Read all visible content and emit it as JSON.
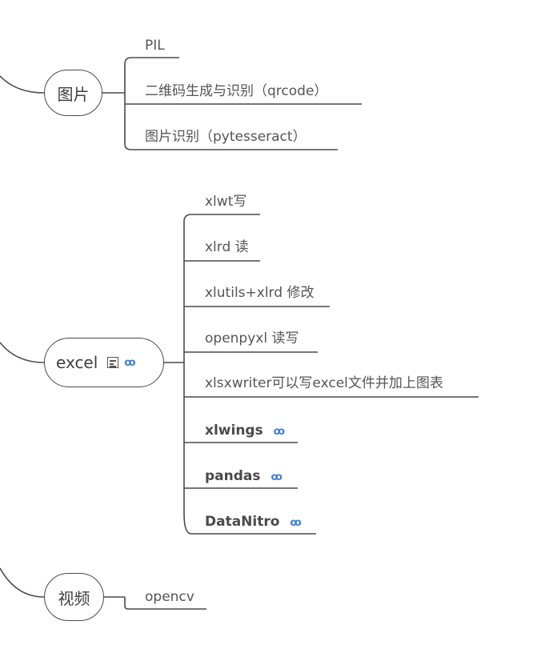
{
  "branches": [
    {
      "id": "image",
      "label": "图片"
    },
    {
      "id": "excel",
      "label": "excel"
    },
    {
      "id": "video",
      "label": "视频"
    }
  ],
  "image_leaves": [
    "PIL",
    "二维码生成与识别（qrcode）",
    "图片识别（pytesseract）"
  ],
  "excel_leaves": [
    "xlwt写",
    "xlrd 读",
    "xlutils+xlrd 修改",
    "openpyxl 读写",
    "xlsxwriter可以写excel文件并加上图表",
    "xlwings",
    "pandas",
    "DataNitro"
  ],
  "video_leaves": [
    "opencv"
  ],
  "icons": {
    "note": "note-icon",
    "link": "link-icon",
    "link_glyph": "ꝏ"
  },
  "colors": {
    "line": "#4a4a4a",
    "link": "#3d7fd6"
  }
}
